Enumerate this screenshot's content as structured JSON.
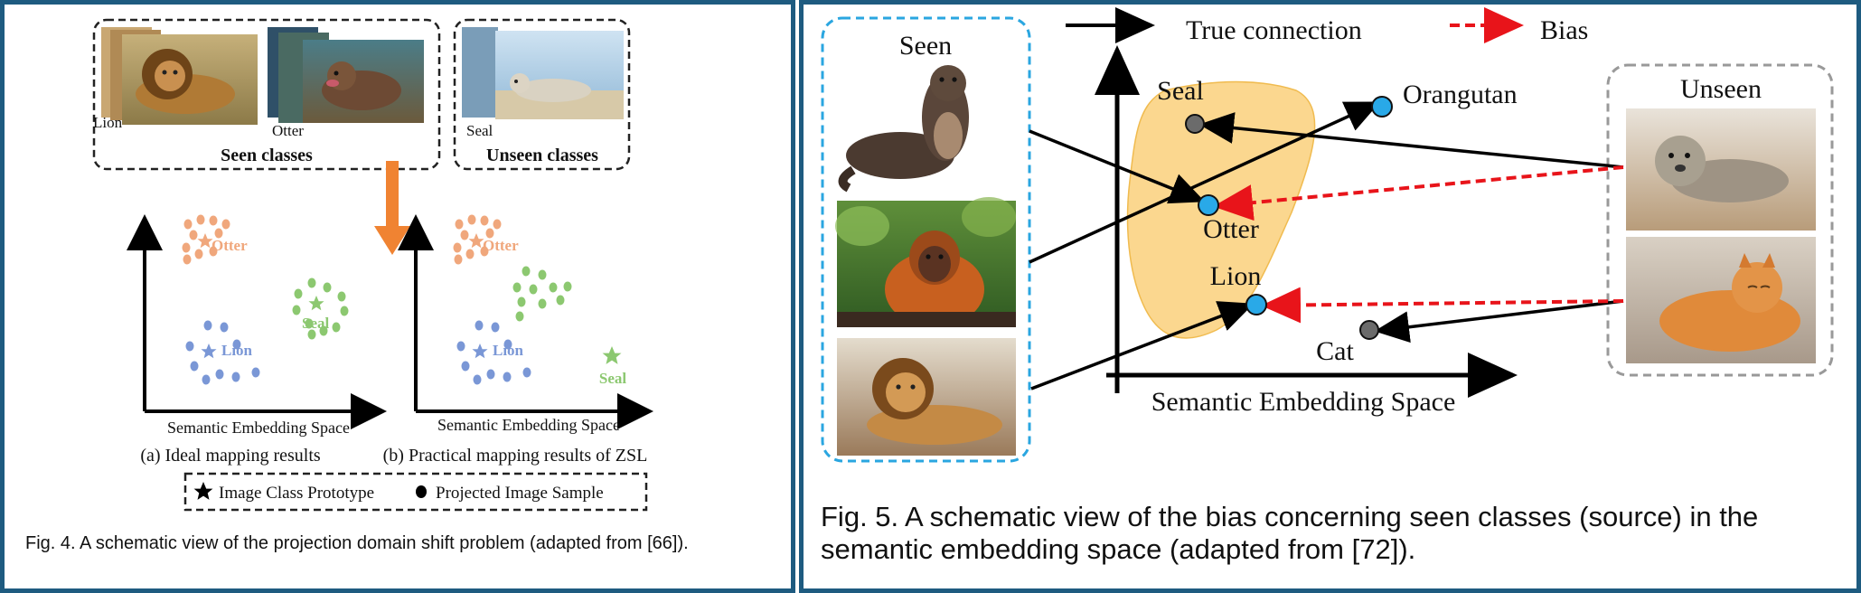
{
  "fig4": {
    "top": {
      "seen_title": "Seen classes",
      "unseen_title": "Unseen classes",
      "photo_labels": {
        "lion": "Lion",
        "otter": "Otter",
        "seal": "Seal"
      }
    },
    "panel_a": {
      "labels": {
        "otter": "Otter",
        "seal": "Seal",
        "lion": "Lion"
      },
      "axis_label": "Semantic Embedding Space",
      "subcaption": "(a) Ideal mapping results"
    },
    "panel_b": {
      "labels": {
        "otter": "Otter",
        "lion": "Lion",
        "seal": "Seal"
      },
      "axis_label": "Semantic Embedding Space",
      "subcaption": "(b) Practical mapping results of ZSL"
    },
    "legend": {
      "prototype": "Image Class Prototype",
      "sample": "Projected Image Sample"
    },
    "caption": "Fig. 4. A schematic view of the projection domain shift problem (adapted from [66])."
  },
  "fig5": {
    "legend": {
      "true_connection": "True connection",
      "bias": "Bias"
    },
    "seen_title": "Seen",
    "unseen_title": "Unseen",
    "nodes": {
      "seal": "Seal",
      "orangutan": "Orangutan",
      "otter": "Otter",
      "lion": "Lion",
      "cat": "Cat"
    },
    "axis_label": "Semantic Embedding Space",
    "caption": "Fig. 5. A schematic view of the bias concerning seen classes (source) in the semantic embedding space (adapted from [72])."
  },
  "colors": {
    "frame_border": "#1e5b80",
    "otter_cluster": "#f0a77c",
    "seal_cluster": "#8cc870",
    "lion_cluster": "#7a97d6",
    "blob_fill": "#fbd58a",
    "seen_node": "#29a9e8",
    "unseen_node": "#6b6b6b",
    "bias_arrow": "#e8141a",
    "seen_box_border": "#2aa6e0",
    "orange_arrow": "#f08332"
  }
}
